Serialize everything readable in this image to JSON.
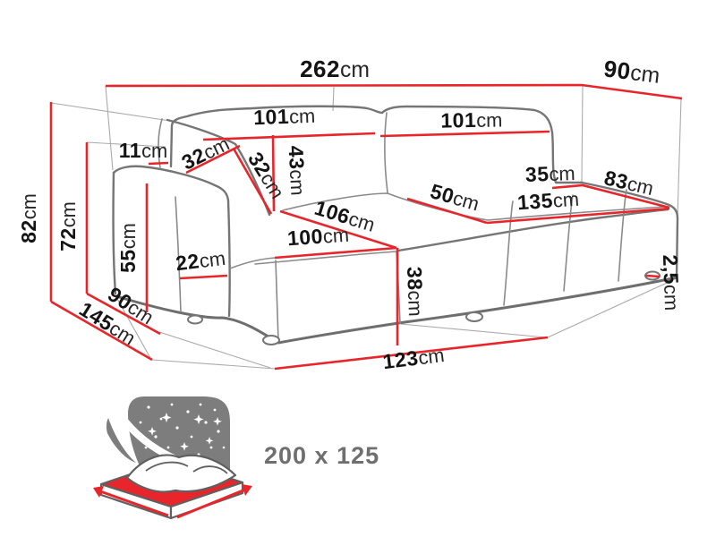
{
  "diagram_type": "sofa-dimension-drawing",
  "colors": {
    "dimension_red": "#e8252a",
    "outline_gray": "#757575",
    "icon_gray": "#7d7d7d",
    "label_black": "#141414",
    "bed_label_gray": "#6f6f6f"
  },
  "measurements": {
    "total_width": {
      "value": "262",
      "unit": "cm"
    },
    "depth_top": {
      "value": "90",
      "unit": "cm"
    },
    "backrest_pillow_left": {
      "value": "101",
      "unit": "cm"
    },
    "backrest_pillow_right": {
      "value": "101",
      "unit": "cm"
    },
    "backrest_above_armrest": {
      "value": "11",
      "unit": "cm"
    },
    "corner_cushion_width": {
      "value": "32",
      "unit": "cm"
    },
    "corner_cushion_length": {
      "value": "32",
      "unit": "cm"
    },
    "backrest_height": {
      "value": "43",
      "unit": "cm"
    },
    "total_height": {
      "value": "82",
      "unit": "cm"
    },
    "back_height": {
      "value": "72",
      "unit": "cm"
    },
    "armrest_height": {
      "value": "55",
      "unit": "cm"
    },
    "armrest_width": {
      "value": "22",
      "unit": "cm"
    },
    "chaise_length": {
      "value": "106",
      "unit": "cm"
    },
    "chaise_width": {
      "value": "100",
      "unit": "cm"
    },
    "seat_height": {
      "value": "38",
      "unit": "cm"
    },
    "seat_depth": {
      "value": "50",
      "unit": "cm"
    },
    "seat_width": {
      "value": "135",
      "unit": "cm"
    },
    "backrest_corner_gap": {
      "value": "35",
      "unit": "cm"
    },
    "right_armrest_length": {
      "value": "83",
      "unit": "cm"
    },
    "leg_height": {
      "value": "2,5",
      "unit": "cm"
    },
    "chaise_floor_length": {
      "value": "123",
      "unit": "cm"
    },
    "side_floor_depth": {
      "value": "90",
      "unit": "cm"
    },
    "total_depth": {
      "value": "145",
      "unit": "cm"
    }
  },
  "sleeping_function": {
    "icon": "bed-with-night-sky-icon",
    "dimensions_label": "200 x 125"
  }
}
